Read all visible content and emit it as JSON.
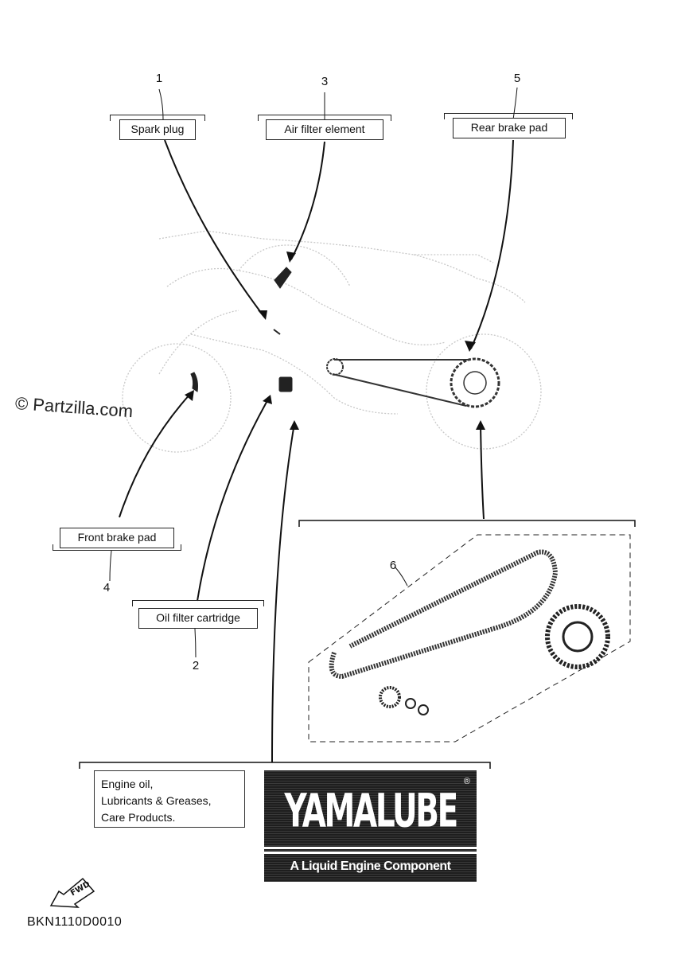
{
  "callouts": [
    {
      "num": "1",
      "label": "Spark plug"
    },
    {
      "num": "3",
      "label": "Air filter element"
    },
    {
      "num": "5",
      "label": "Rear brake pad"
    },
    {
      "num": "4",
      "label": "Front brake pad"
    },
    {
      "num": "2",
      "label": "Oil filter cartridge"
    },
    {
      "num": "6",
      "label": ""
    }
  ],
  "watermark": "© Partzilla.com",
  "care_products": [
    "Engine oil,",
    "Lubricants & Greases,",
    "Care Products."
  ],
  "logo": {
    "brand": "YAMALUBE",
    "registered": "®",
    "tagline": "A Liquid Engine Component"
  },
  "fwd_label": "FWD",
  "diagram_code": "BKN1110D0010",
  "colors": {
    "ink": "#111111",
    "faint": "#bdbdbd",
    "logo_bg": "#222222"
  }
}
